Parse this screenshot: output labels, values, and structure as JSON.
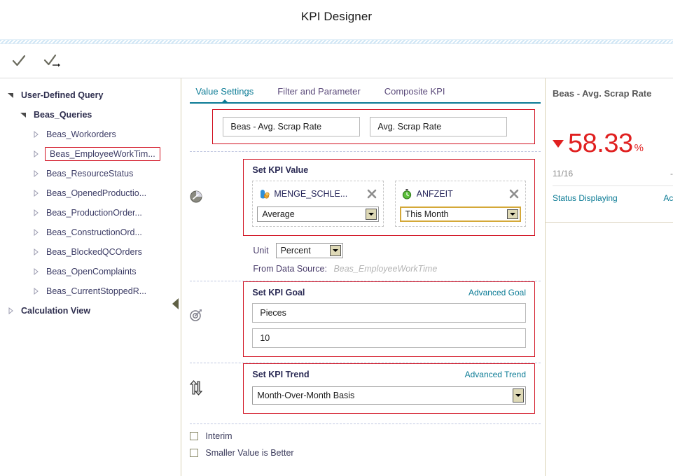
{
  "window": {
    "title": "KPI Designer"
  },
  "toolbar": {
    "buttons": [
      {
        "name": "confirm-button",
        "icon": "check-icon",
        "label": "OK"
      },
      {
        "name": "apply-button",
        "icon": "check-arrow-icon",
        "label": "Apply"
      }
    ]
  },
  "sidebar": {
    "items": [
      {
        "label": "User-Defined Query",
        "level": 0,
        "expanded": true,
        "selected": false
      },
      {
        "label": "Beas_Queries",
        "level": 1,
        "expanded": true,
        "selected": false
      },
      {
        "label": "Beas_Workorders",
        "level": 2,
        "expanded": false,
        "selected": false
      },
      {
        "label": "Beas_EmployeeWorkTim...",
        "level": 2,
        "expanded": false,
        "selected": true
      },
      {
        "label": "Beas_ResourceStatus",
        "level": 2,
        "expanded": false,
        "selected": false
      },
      {
        "label": "Beas_OpenedProductio...",
        "level": 2,
        "expanded": false,
        "selected": false
      },
      {
        "label": "Beas_ProductionOrder...",
        "level": 2,
        "expanded": false,
        "selected": false
      },
      {
        "label": "Beas_ConstructionOrd...",
        "level": 2,
        "expanded": false,
        "selected": false
      },
      {
        "label": "Beas_BlockedQCOrders",
        "level": 2,
        "expanded": false,
        "selected": false
      },
      {
        "label": "Beas_OpenComplaints",
        "level": 2,
        "expanded": false,
        "selected": false
      },
      {
        "label": "Beas_CurrentStoppedR...",
        "level": 2,
        "expanded": false,
        "selected": false
      },
      {
        "label": "Calculation View",
        "level": 0,
        "expanded": false,
        "selected": false
      }
    ],
    "collapse_handle": "collapse-panel-handle"
  },
  "main": {
    "tabs": [
      {
        "label": "Value Settings",
        "active": true
      },
      {
        "label": "Filter and Parameter",
        "active": false
      },
      {
        "label": "Composite KPI",
        "active": false
      }
    ],
    "kpi_name": "Beas - Avg. Scrap Rate",
    "kpi_description": "Avg. Scrap Rate",
    "value_section": {
      "title": "Set KPI Value",
      "measure": {
        "field": "MENGE_SCHLE...",
        "icon": "measure-icon",
        "aggregation": "Average",
        "remove_label": "×"
      },
      "time": {
        "field": "ANFZEIT",
        "icon": "stopwatch-icon",
        "period": "This Month",
        "remove_label": "×"
      },
      "unit_label": "Unit",
      "unit_value": "Percent",
      "datasource_label": "From Data Source:",
      "datasource_value": "Beas_EmployeeWorkTime"
    },
    "goal_section": {
      "title": "Set KPI Goal",
      "advanced_link": "Advanced Goal",
      "goal_unit": "Pieces",
      "goal_value": "10"
    },
    "trend_section": {
      "title": "Set KPI Trend",
      "advanced_link": "Advanced Trend",
      "trend_basis": "Month-Over-Month Basis"
    },
    "options": [
      {
        "label": "Interim",
        "checked": false
      },
      {
        "label": "Smaller Value is Better",
        "checked": false
      }
    ]
  },
  "preview": {
    "title": "Beas - Avg. Scrap Rate",
    "value": "58.33",
    "unit_suffix": "%",
    "trend_direction": "down",
    "date": "11/16",
    "date_right": "-",
    "status_link": "Status Displaying",
    "action_link": "Actio"
  },
  "colors": {
    "accent_teal": "#0b7b95",
    "highlight_red": "#d10f1f",
    "value_red": "#e02020",
    "select_gold": "#d4a838"
  }
}
